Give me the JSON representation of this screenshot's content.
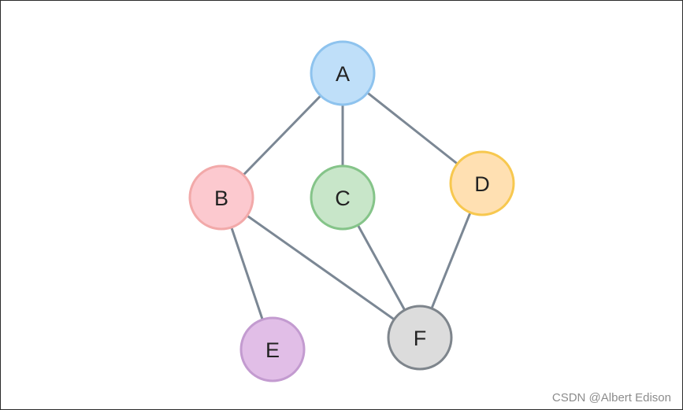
{
  "graph": {
    "nodes": [
      {
        "id": "A",
        "label": "A",
        "fill": "#bfdff9",
        "stroke": "#8ec3ee"
      },
      {
        "id": "B",
        "label": "B",
        "fill": "#fcc9cf",
        "stroke": "#f2a9a9"
      },
      {
        "id": "C",
        "label": "C",
        "fill": "#c8e6c9",
        "stroke": "#85c489"
      },
      {
        "id": "D",
        "label": "D",
        "fill": "#ffe0b2",
        "stroke": "#f7c84f"
      },
      {
        "id": "E",
        "label": "E",
        "fill": "#e1bee7",
        "stroke": "#c39bd0"
      },
      {
        "id": "F",
        "label": "F",
        "fill": "#dcdcdc",
        "stroke": "#7e858c"
      }
    ],
    "edges": [
      [
        "A",
        "B"
      ],
      [
        "A",
        "C"
      ],
      [
        "A",
        "D"
      ],
      [
        "B",
        "E"
      ],
      [
        "B",
        "F"
      ],
      [
        "C",
        "F"
      ],
      [
        "D",
        "F"
      ]
    ],
    "edge_color": "#7b8794"
  },
  "watermark": "CSDN @Albert Edison"
}
